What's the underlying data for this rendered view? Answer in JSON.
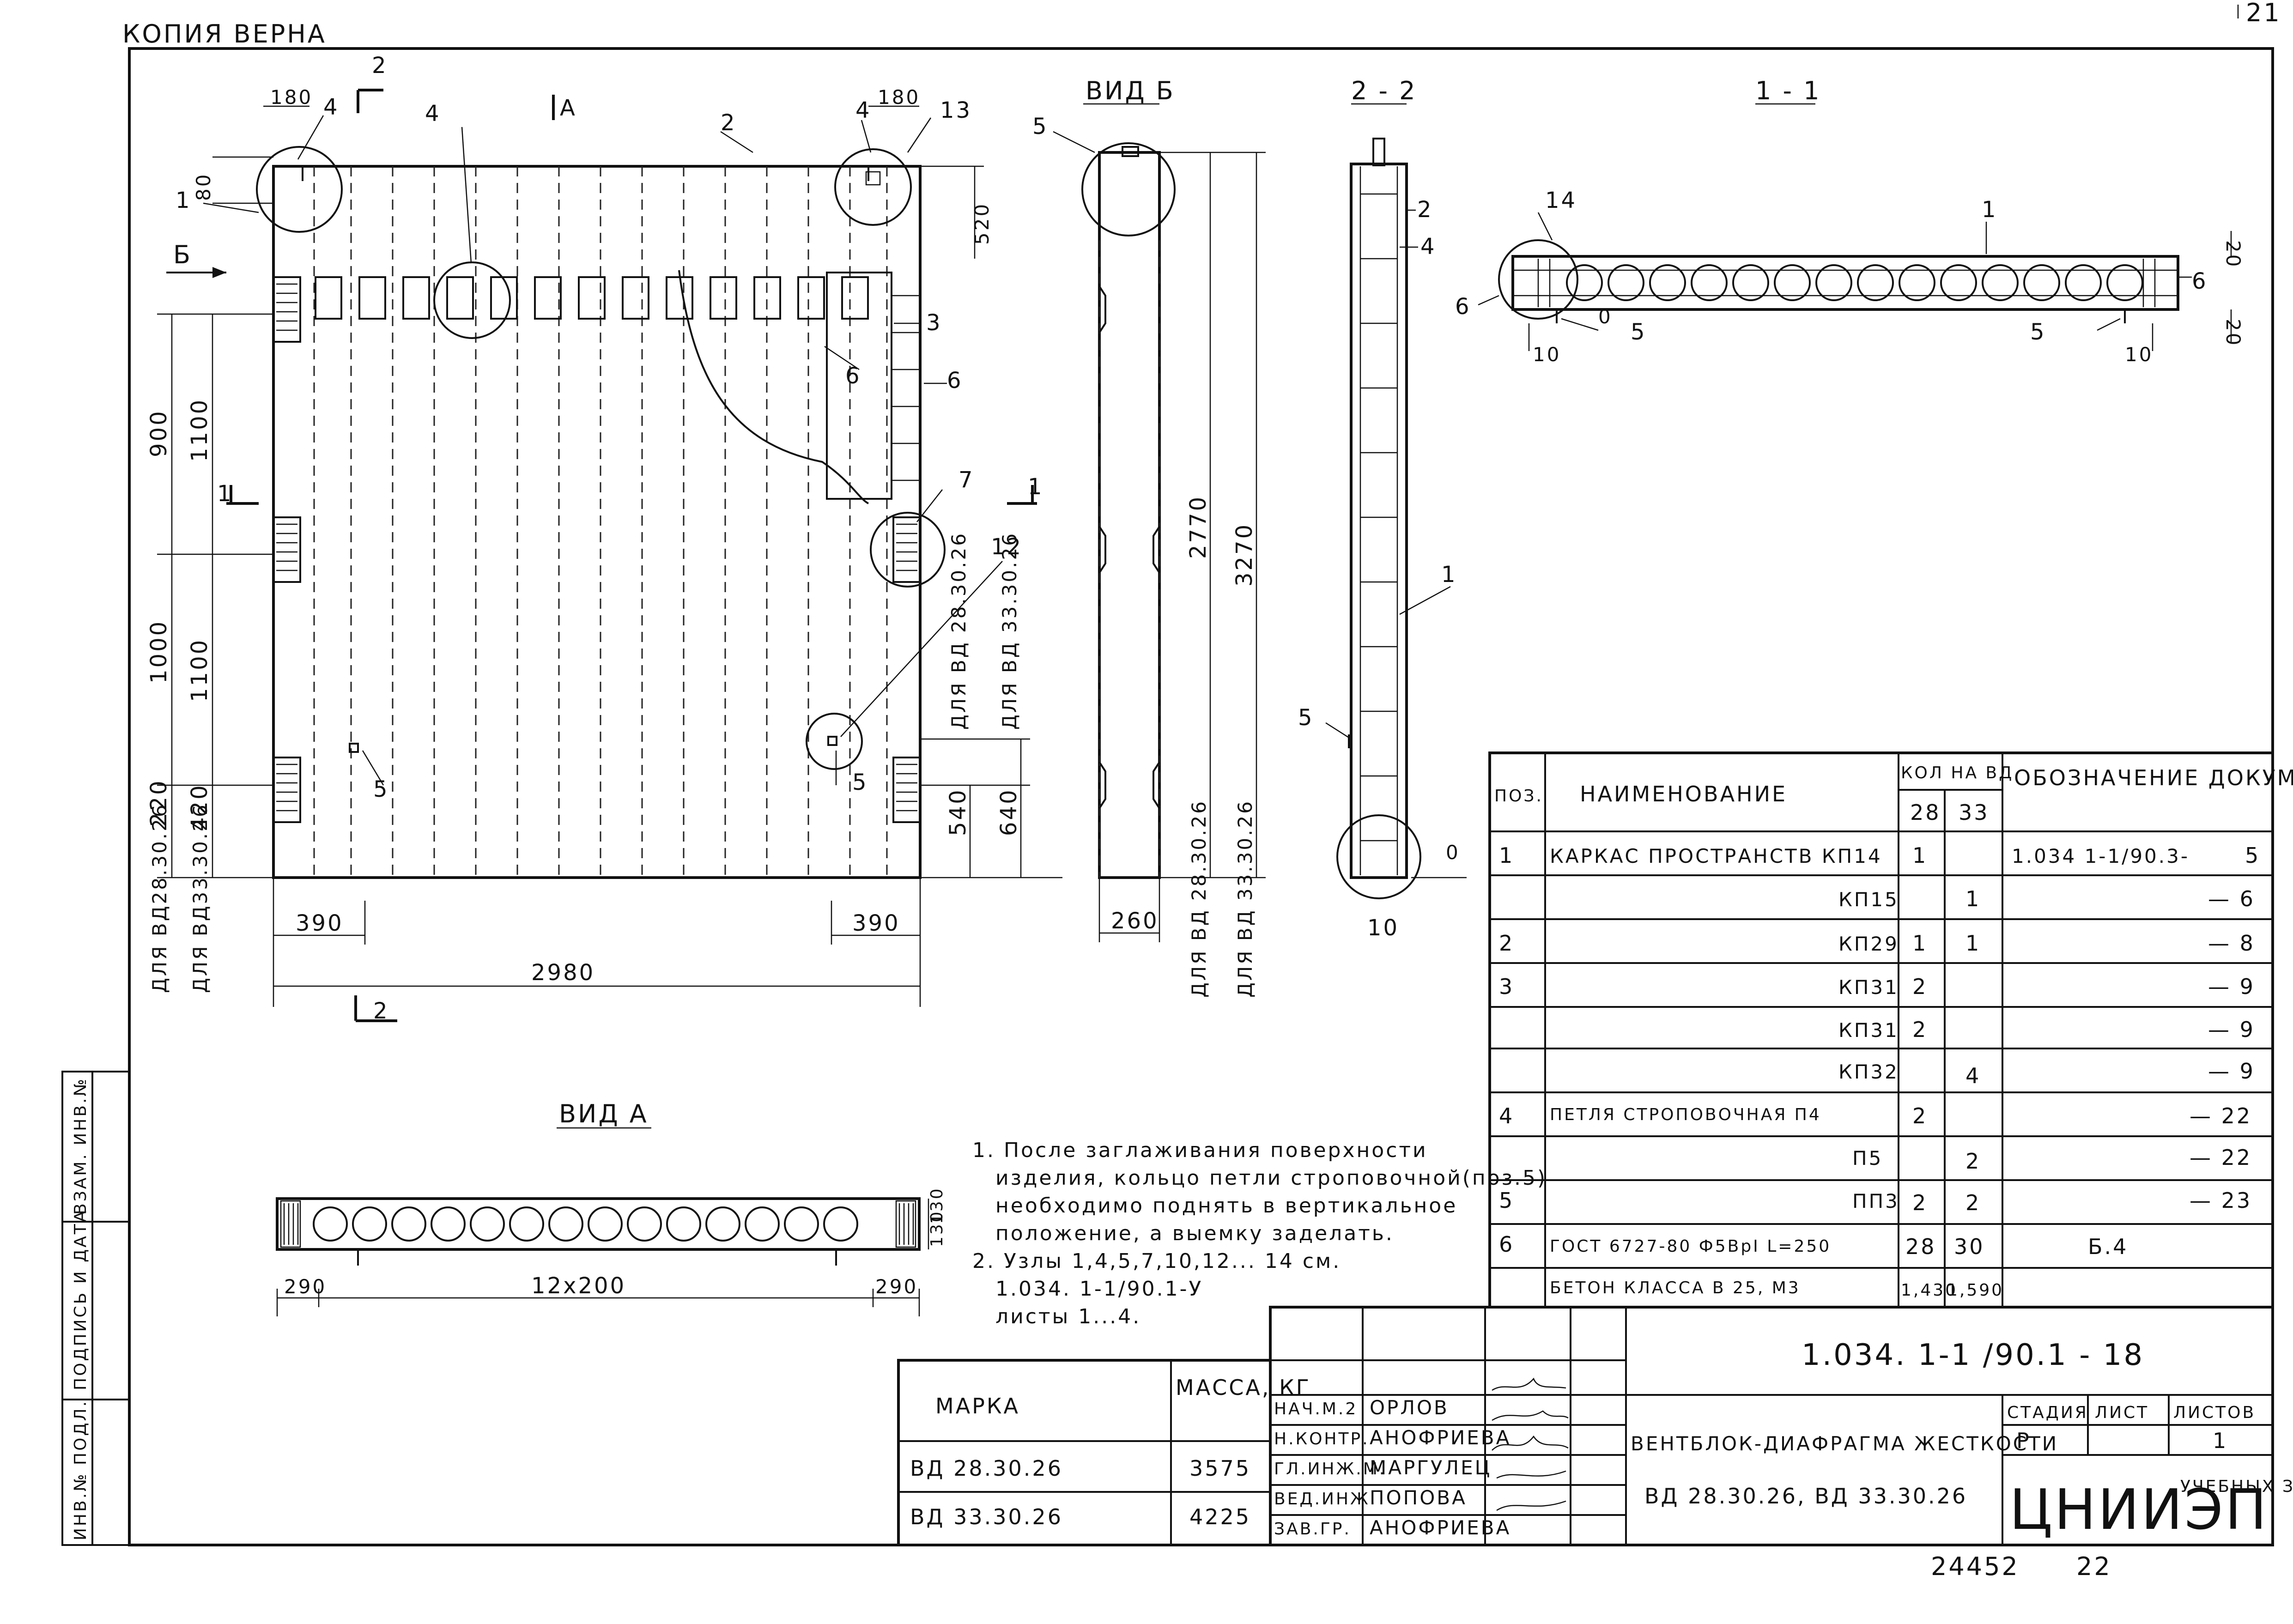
{
  "header": {
    "copy_mark": "КОПИЯ ВЕРНА",
    "sheet_number": "21"
  },
  "front_view": {
    "callouts": [
      "2",
      "4",
      "4",
      "2",
      "4",
      "13",
      "А",
      "Б",
      "3",
      "6",
      "6",
      "7",
      "12",
      "5",
      "5",
      "1",
      "1",
      "1",
      "2",
      "2"
    ],
    "dim_180_left": "180",
    "dim_180_right": "180",
    "dim_80": "80",
    "dim_520": "520",
    "dim_900": "900",
    "dim_1100_a": "1100",
    "dim_1000": "1000",
    "dim_1100_b": "1100",
    "dim_220": "220",
    "dim_420": "420",
    "dim_540": "540",
    "dim_640": "640",
    "dim_2770": "2770",
    "dim_3270": "3270",
    "dim_390_left": "390",
    "dim_390_right": "390",
    "dim_2980": "2980",
    "for_28": "ДЛЯ ВД28.30.26",
    "for_33": "ДЛЯ ВД33.30.26",
    "for_28_b": "ДЛЯ ВД 28.30.26",
    "for_33_b": "ДЛЯ ВД 33.30.26"
  },
  "view_b": {
    "title": "ВИД Б",
    "callout_5": "5",
    "dim_260": "260",
    "for_28": "ДЛЯ ВД 28.30.26",
    "for_33": "ДЛЯ ВД 33.30.26"
  },
  "section_22": {
    "title": "2 - 2",
    "callouts": [
      "2",
      "4",
      "1",
      "5",
      "0",
      "10"
    ]
  },
  "section_11": {
    "title": "1 - 1",
    "callouts": [
      "14",
      "1",
      "6",
      "6",
      "5",
      "5",
      "10",
      "10",
      "20",
      "20",
      "0"
    ]
  },
  "view_a": {
    "title": "ВИД А",
    "dim_290_left": "290",
    "dim_12x200": "12х200",
    "dim_290_right": "290",
    "dim_130a": "130",
    "dim_130b": "130"
  },
  "notes": [
    "1. После заглаживания поверхности",
    "изделия, кольцо петли строповочной(поз.5)",
    "необходимо поднять в вертикальное",
    "положение, а выемку заделать.",
    "2. Узлы 1,4,5,7,10,12... 14 см.",
    "1.034. 1-1/90.1-У",
    "листы 1...4."
  ],
  "spec_table": {
    "col_pos": "ПОЗ.",
    "col_name": "НАИМЕНОВАНИЕ",
    "col_qty": "КОЛ НА ВД",
    "col_qty_28": "28",
    "col_qty_33": "33",
    "col_doc": "ОБОЗНАЧЕНИЕ ДОКУМЕНТА",
    "rows": [
      {
        "pos": "1",
        "name": "КАРКАС ПРОСТРАНСТВ КП14",
        "q28": "1",
        "q33": "",
        "doc": "1.034 1-1/90.3-",
        "sheet": "5"
      },
      {
        "pos": "",
        "name": "КП15",
        "q28": "",
        "q33": "1",
        "doc": "",
        "sheet": "— 6"
      },
      {
        "pos": "2",
        "name": "КП29",
        "q28": "1",
        "q33": "1",
        "doc": "",
        "sheet": "— 8"
      },
      {
        "pos": "3",
        "name": "КП31",
        "q28": "2",
        "q33": "",
        "doc": "",
        "sheet": "— 9"
      },
      {
        "pos": "",
        "name": "КП31",
        "q28": "2",
        "q33": "",
        "doc": "",
        "sheet": "— 9"
      },
      {
        "pos": "",
        "name": "КП32",
        "q28": "",
        "q33": "4",
        "doc": "",
        "sheet": "— 9"
      },
      {
        "pos": "4",
        "name": "ПЕТЛЯ СТРОПОВОЧНАЯ П4",
        "q28": "2",
        "q33": "",
        "doc": "",
        "sheet": "— 22"
      },
      {
        "pos": "",
        "name": "П5",
        "q28": "",
        "q33": "2",
        "doc": "",
        "sheet": "— 22"
      },
      {
        "pos": "5",
        "name": "ПП3",
        "q28": "2",
        "q33": "2",
        "doc": "",
        "sheet": "— 23"
      },
      {
        "pos": "6",
        "name": "ГОСТ 6727-80 Ф5ВрI L=250",
        "q28": "28",
        "q33": "30",
        "doc": "Б.4",
        "sheet": ""
      },
      {
        "pos": "",
        "name": "БЕТОН КЛАССА В 25, М3",
        "q28": "1,430",
        "q33": "1,590",
        "doc": "",
        "sheet": ""
      }
    ]
  },
  "mark_table": {
    "col_mark": "МАРКА",
    "col_mass": "МАССА, КГ",
    "rows": [
      {
        "mark": "ВД 28.30.26",
        "mass": "3575"
      },
      {
        "mark": "ВД 33.30.26",
        "mass": "4225"
      }
    ]
  },
  "title_block": {
    "doc_code": "1.034. 1-1 /90.1 - 18",
    "product_title": "ВЕНТБЛОК-ДИАФРАГМА ЖЕСТКОСТИ",
    "product_marks": "ВД 28.30.26, ВД 33.30.26",
    "stage_label": "СТАДИЯ",
    "sheet_label": "ЛИСТ",
    "sheets_label": "ЛИСТОВ",
    "stage_value": "Р",
    "sheets_value": "1",
    "org_logo": "ЦНИИЭП",
    "org_suffix": "УЧЕБНЫХ ЗДАНИЙ",
    "signers": [
      {
        "role": "НАЧ.М.2",
        "name": "ОРЛОВ"
      },
      {
        "role": "Н.КОНТР.",
        "name": "АНОФРИЕВА"
      },
      {
        "role": "ГЛ.ИНЖ.М.",
        "name": "МАРГУЛЕЦ"
      },
      {
        "role": "ВЕД.ИНЖ.",
        "name": "ПОПОВА"
      },
      {
        "role": "ЗАВ.ГР.",
        "name": "АНОФРИЕВА"
      }
    ]
  },
  "side_stamp": {
    "inv_podl": "ИНВ.№ ПОДЛ.",
    "podpis": "ПОДПИСЬ И ДАТА",
    "vzam": "ВЗАМ. ИНВ.№"
  },
  "footer": {
    "archive_no": "24452",
    "page_no": "22"
  }
}
